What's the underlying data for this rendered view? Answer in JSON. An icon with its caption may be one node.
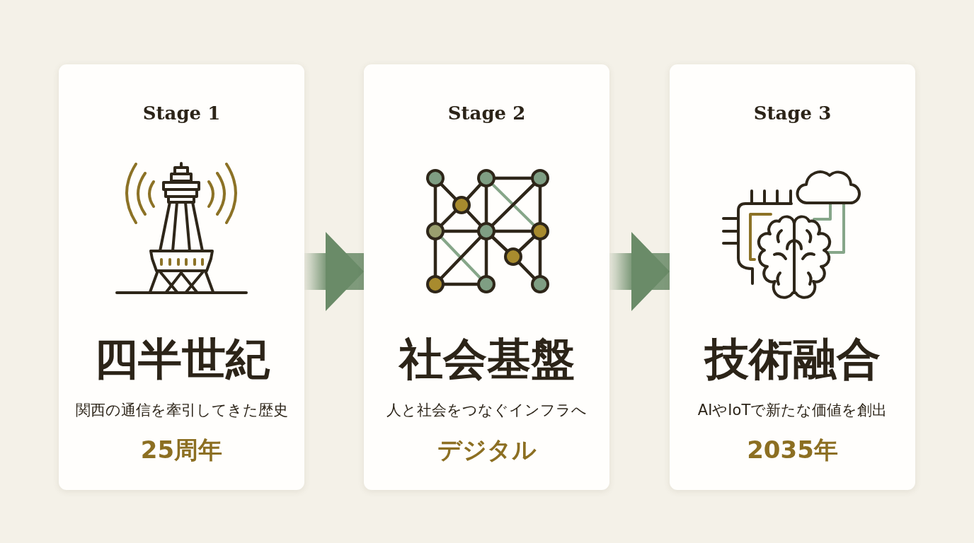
{
  "diagram": {
    "nodes": [
      {
        "text": [
          "Stage 1",
          "四半世紀",
          "関西の通信を牽引してきた歴史",
          "25周年"
        ]
      },
      {
        "text": [
          "Stage 2",
          "社会基盤",
          "人と社会をつなぐインフラへ",
          "デジタル"
        ]
      },
      {
        "text": [
          "Stage 3",
          "技術融合",
          "AIやIoTで新たな価値を創出",
          "2035年"
        ]
      }
    ],
    "edges": [
      {
        "from": 0,
        "to": 1,
        "arrow": "to"
      },
      {
        "from": 1,
        "to": 2,
        "arrow": "to"
      }
    ]
  }
}
